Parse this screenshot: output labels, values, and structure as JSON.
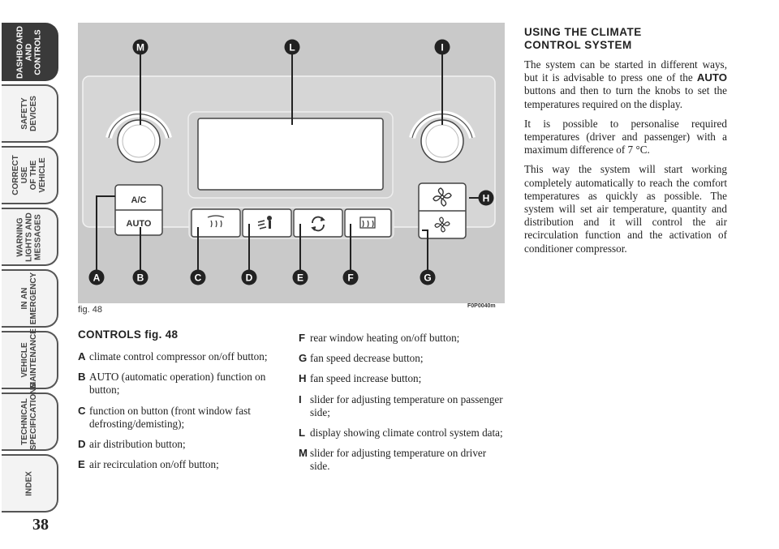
{
  "sidebar": {
    "tabs": [
      {
        "label": "DASHBOARD\nAND\nCONTROLS",
        "active": true
      },
      {
        "label": "SAFETY\nDEVICES",
        "active": false
      },
      {
        "label": "CORRECT USE\nOF THE VEHICLE",
        "active": false
      },
      {
        "label": "WARNING\nLIGHTS AND\nMESSAGES",
        "active": false
      },
      {
        "label": "IN AN\nEMERGENCY",
        "active": false
      },
      {
        "label": "VEHICLE\nMAINTENANCE",
        "active": false
      },
      {
        "label": "TECHNICAL\nSPECIFICATIONS",
        "active": false
      },
      {
        "label": "INDEX",
        "active": false
      }
    ],
    "page_number": "38"
  },
  "figure": {
    "caption": "fig. 48",
    "code": "F0P0040m",
    "button_ac": "A/C",
    "button_auto": "AUTO",
    "callouts": [
      "M",
      "L",
      "I",
      "H",
      "A",
      "B",
      "C",
      "D",
      "E",
      "F",
      "G"
    ]
  },
  "right_column": {
    "heading_line1": "USING THE CLIMATE",
    "heading_line2": "CONTROL SYSTEM",
    "p1_before": "The system can be started in different ways, but it is advisable to press one of the ",
    "p1_bold": "AUTO",
    "p1_after": " buttons and then to turn the knobs to set the temperatures required on the display.",
    "p2": "It is possible to personalise required temperatures (driver and passenger) with a maximum difference of 7 °C.",
    "p3": "This way the system will start working completely automatically to reach the comfort temperatures as quickly as possible. The system will set air temperature, quantity and distribution and it will control the air recirculation function and the activation of conditioner compressor."
  },
  "controls": {
    "title": "CONTROLS fig. 48",
    "left_items": [
      {
        "key": "A",
        "text": "climate control compressor on/off button;"
      },
      {
        "key": "B",
        "text": "AUTO (automatic operation) function on button;"
      },
      {
        "key": "C",
        "text": "function on button (front window fast defrosting/demisting);"
      },
      {
        "key": "D",
        "text": "air distribution button;"
      },
      {
        "key": "E",
        "text": "air recirculation on/off button;"
      }
    ],
    "right_items": [
      {
        "key": "F",
        "text": "rear window heating on/off button;"
      },
      {
        "key": "G",
        "text": "fan speed decrease button;"
      },
      {
        "key": "H",
        "text": "fan speed increase button;"
      },
      {
        "key": "I",
        "text": "slider for adjusting temperature on passenger side;"
      },
      {
        "key": "L",
        "text": "display showing climate control system data;"
      },
      {
        "key": "M",
        "text": "slider for adjusting temperature on driver side."
      }
    ]
  }
}
